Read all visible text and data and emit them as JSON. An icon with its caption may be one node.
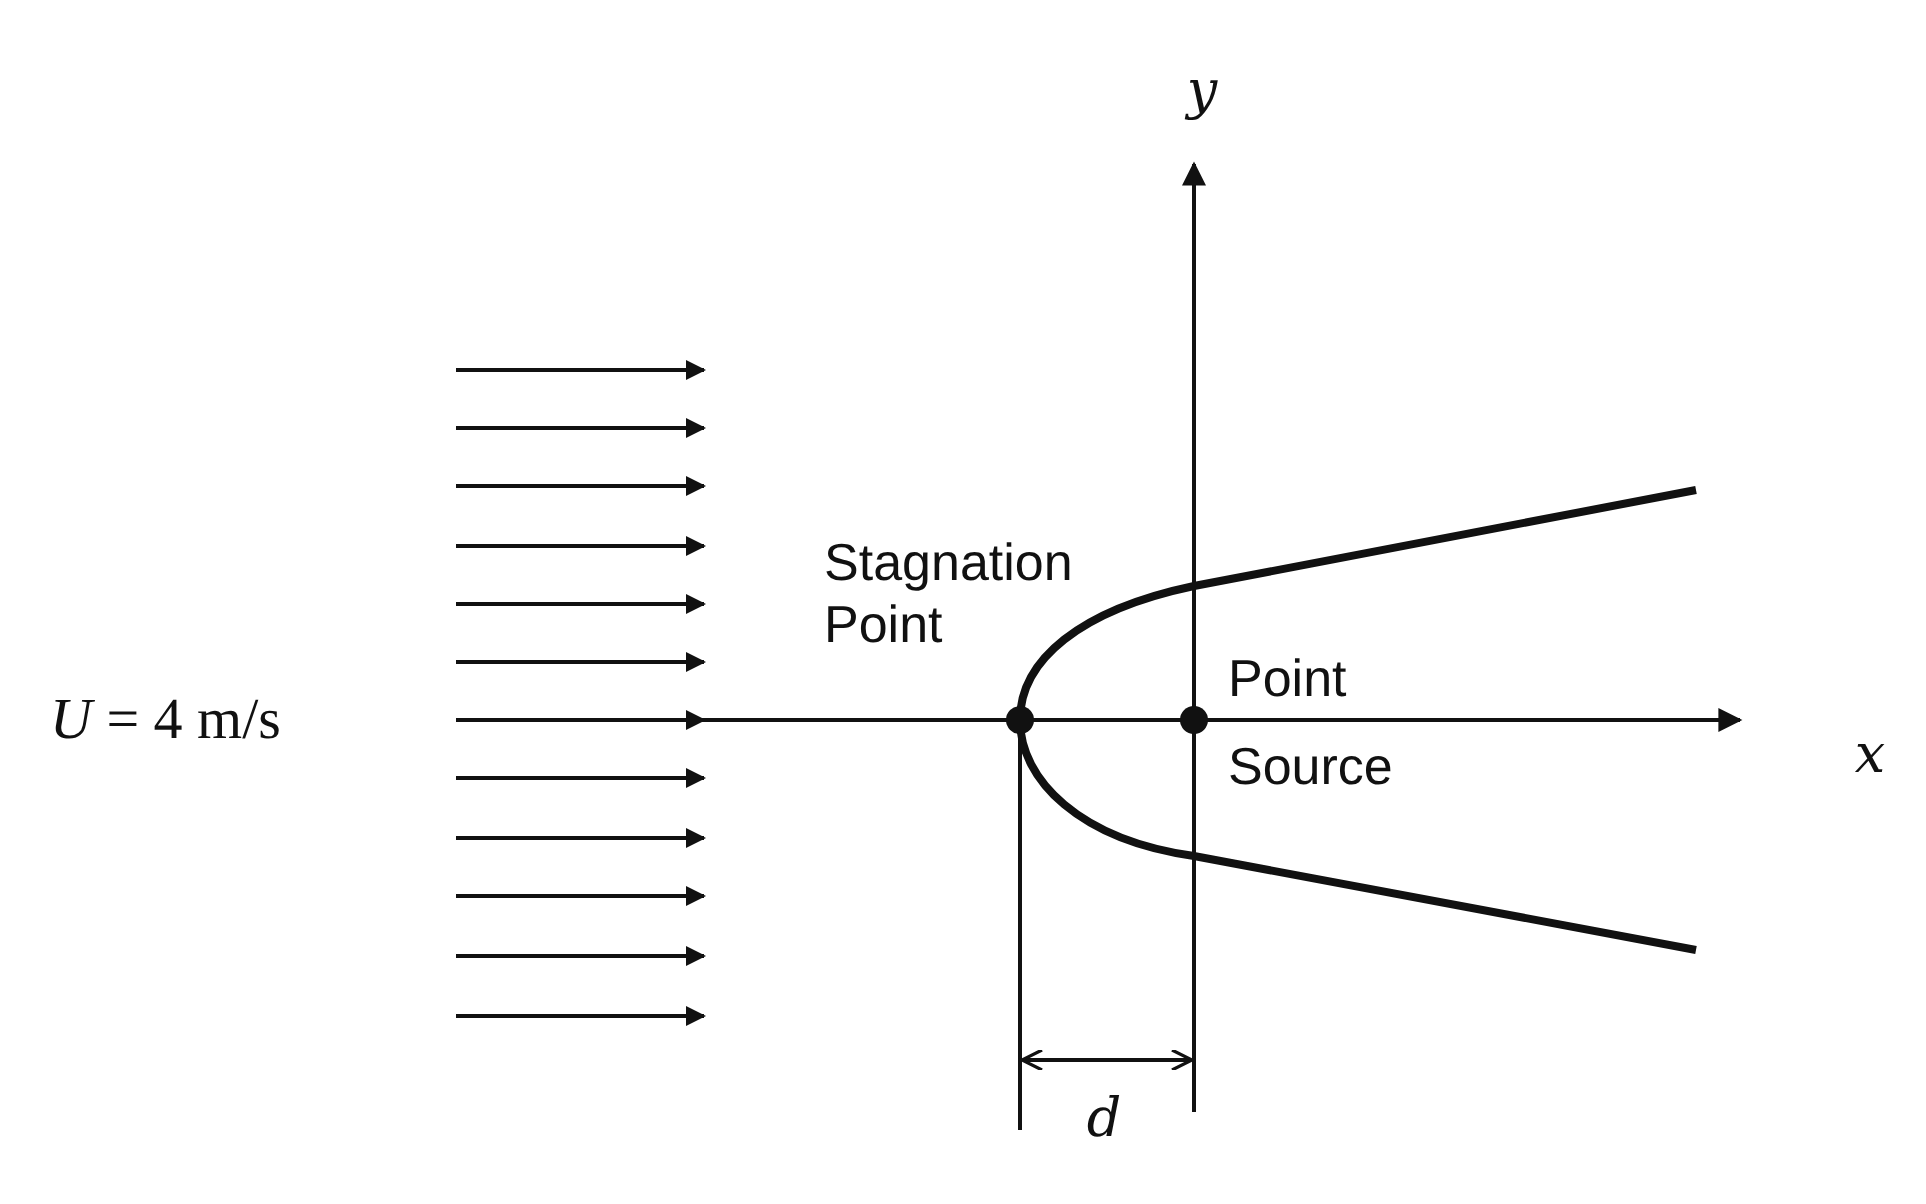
{
  "diagram": {
    "labels": [
      "y",
      "Stagnation Point",
      "*U* = 4 m/s",
      "Point Source",
      "x",
      "d"
    ]
  }
}
